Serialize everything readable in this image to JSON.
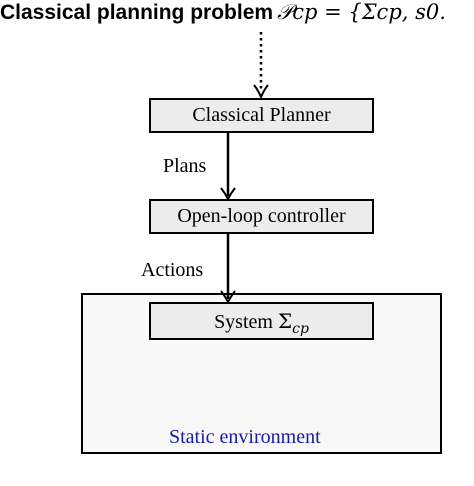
{
  "heading": {
    "bold_text": "Classical planning problem",
    "math_text": "𝒫cp = {Σcp, s0."
  },
  "nodes": {
    "planner": "Classical Planner",
    "controller": "Open-loop controller",
    "system_prefix": "System ",
    "system_symbol": "Σ",
    "system_subscript": "cp"
  },
  "edges": {
    "plans": "Plans",
    "actions": "Actions"
  },
  "environment": {
    "label": "Static environment"
  },
  "colors": {
    "box_fill": "#ececec",
    "environment_fill": "#f8f8f8",
    "environment_label": "#1a1aa8"
  }
}
